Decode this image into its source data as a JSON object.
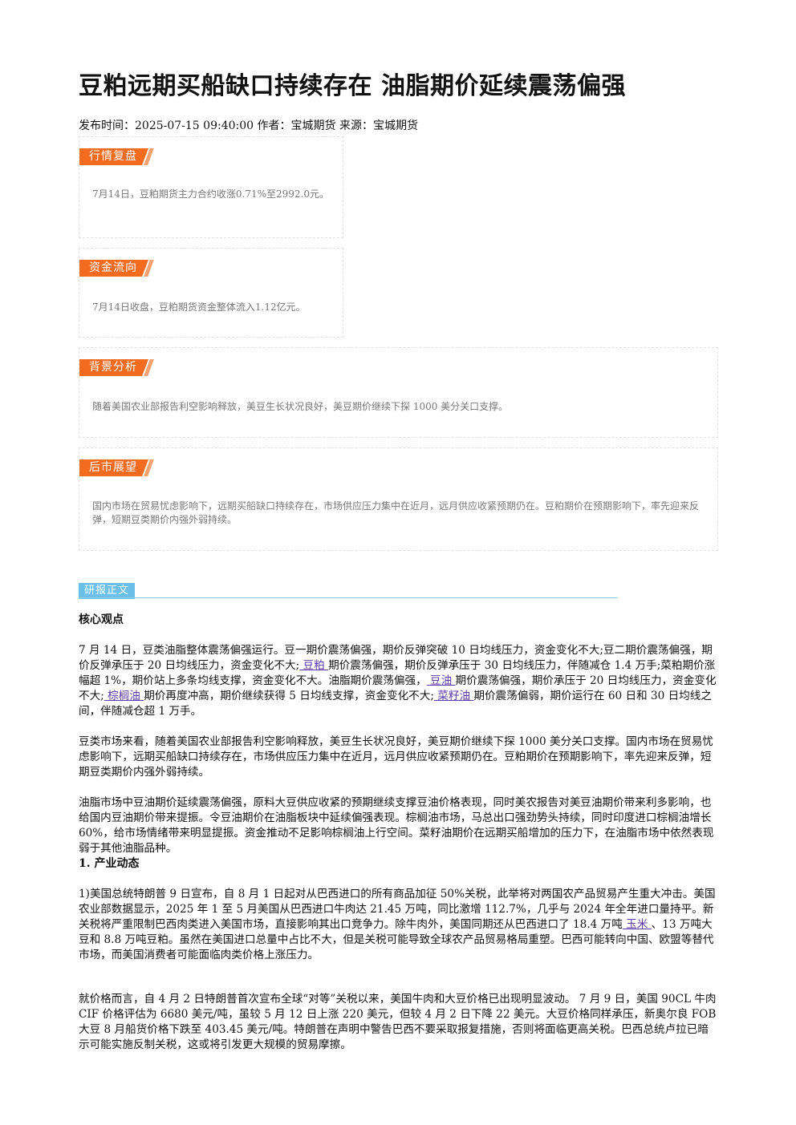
{
  "article": {
    "title": "豆粕远期买船缺口持续存在 油脂期价延续震荡偏强",
    "meta": "发布时间：2025-07-15 09:40:00 作者：宝城期货 来源：宝城期货"
  },
  "cards": [
    {
      "tag": "行情复盘",
      "text": "7月14日，豆粕期货主力合约收涨0.71%至2992.0元。"
    },
    {
      "tag": "资金流向",
      "text": "7月14日收盘，豆粕期货资金整体流入1.12亿元。"
    },
    {
      "tag": "背景分析",
      "text": "随着美国农业部报告利空影响释放，美豆生长状况良好，美豆期价继续下探 1000 美分关口支撑。"
    },
    {
      "tag": "后市展望",
      "text": "国内市场在贸易忧虑影响下，远期买船缺口持续存在，市场供应压力集中在近月，远月供应收紧预期仍在。豆粕期价在预期影响下，率先迎来反弹，短期豆类期价内强外弱持续。"
    }
  ],
  "report": {
    "section_label": "研报正文",
    "core_heading": "核心观点",
    "p1": {
      "a": "7 月 14 日，豆类油脂整体震荡偏强运行。豆一期价震荡偏强，期价反弹突破 10 日均线压力，资金变化不大;豆二期价震荡偏强，期价反弹承压于 20 日均线压力，资金变化不大;",
      "link1": " 豆粕 ",
      "b": "期价震荡偏强，期价反弹承压于 30 日均线压力，伴随减仓 1.4 万手;菜粕期价涨幅超 1%，期价站上多条均线支撑，资金变化不大。油脂期价震荡偏强，",
      "link2": " 豆油 ",
      "c": "期价震荡偏强，期价承压于 20 日均线压力，资金变化不大;",
      "link3": " 棕榈油 ",
      "d": "期价再度冲高，期价继续获得 5 日均线支撑，资金变化不大;",
      "link4": " 菜籽油 ",
      "e": "期价震荡偏弱，期价运行在 60 日和 30 日均线之间，伴随减仓超 1 万手。"
    },
    "p2": "豆类市场来看，随着美国农业部报告利空影响释放，美豆生长状况良好，美豆期价继续下探 1000 美分关口支撑。国内市场在贸易忧虑影响下，远期买船缺口持续存在，市场供应压力集中在近月，远月供应收紧预期仍在。豆粕期价在预期影响下，率先迎来反弹，短期豆类期价内强外弱持续。",
    "p3": "油脂市场中豆油期价延续震荡偏强，原料大豆供应收紧的预期继续支撑豆油价格表现，同时美农报告对美豆油期价带来利多影响，也给国内豆油期价带来提振。令豆油期价在油脂板块中延续偏强表现。棕榈油市场，马总出口强劲势头持续，同时印度进口棕榈油增长 60%，给市场情绪带来明显提振。资金推动不足影响棕榈油上行空间。菜籽油期价在远期买船增加的压力下，在油脂市场中依然表现弱于其他油脂品种。",
    "industry_heading": "1. 产业动态",
    "p4": {
      "a": "1)美国总统特朗普 9 日宣布，自 8 月 1 日起对从巴西进口的所有商品加征 50%关税，此举将对两国农产品贸易产生重大冲击。美国农业部数据显示，2025 年 1 至 5 月美国从巴西进口牛肉达 21.45 万吨，同比激增 112.7%，几乎与 2024 年全年进口量持平。新关税将严重限制巴西肉类进入美国市场，直接影响其出口竞争力。除牛肉外，美国同期还从巴西进口了 18.4 万吨",
      "link1": " 玉米 ",
      "b": "、13 万吨大豆和 8.8 万吨豆粕。虽然在美国进口总量中占比不大，但是关税可能导致全球农产品贸易格局重塑。巴西可能转向中国、欧盟等替代市场，而美国消费者可能面临肉类价格上涨压力。"
    },
    "p5": "就价格而言，自 4 月 2 日特朗普首次宣布全球“对等”关税以来，美国牛肉和大豆价格已出现明显波动。 7 月 9 日，美国 90CL 牛肉 CIF 价格评估为 6680 美元/吨，虽较 5 月 12 日上涨 220 美元，但较 4 月 2 日下降 22 美元。大豆价格同样承压，新奥尔良 FOB 大豆 8 月船货价格下跌至 403.45 美元/吨。特朗普在声明中警告巴西不要采取报复措施，否则将面临更高关税。巴西总统卢拉已暗示可能实施反制关税，这或将引发更大规模的贸易摩擦。"
  }
}
